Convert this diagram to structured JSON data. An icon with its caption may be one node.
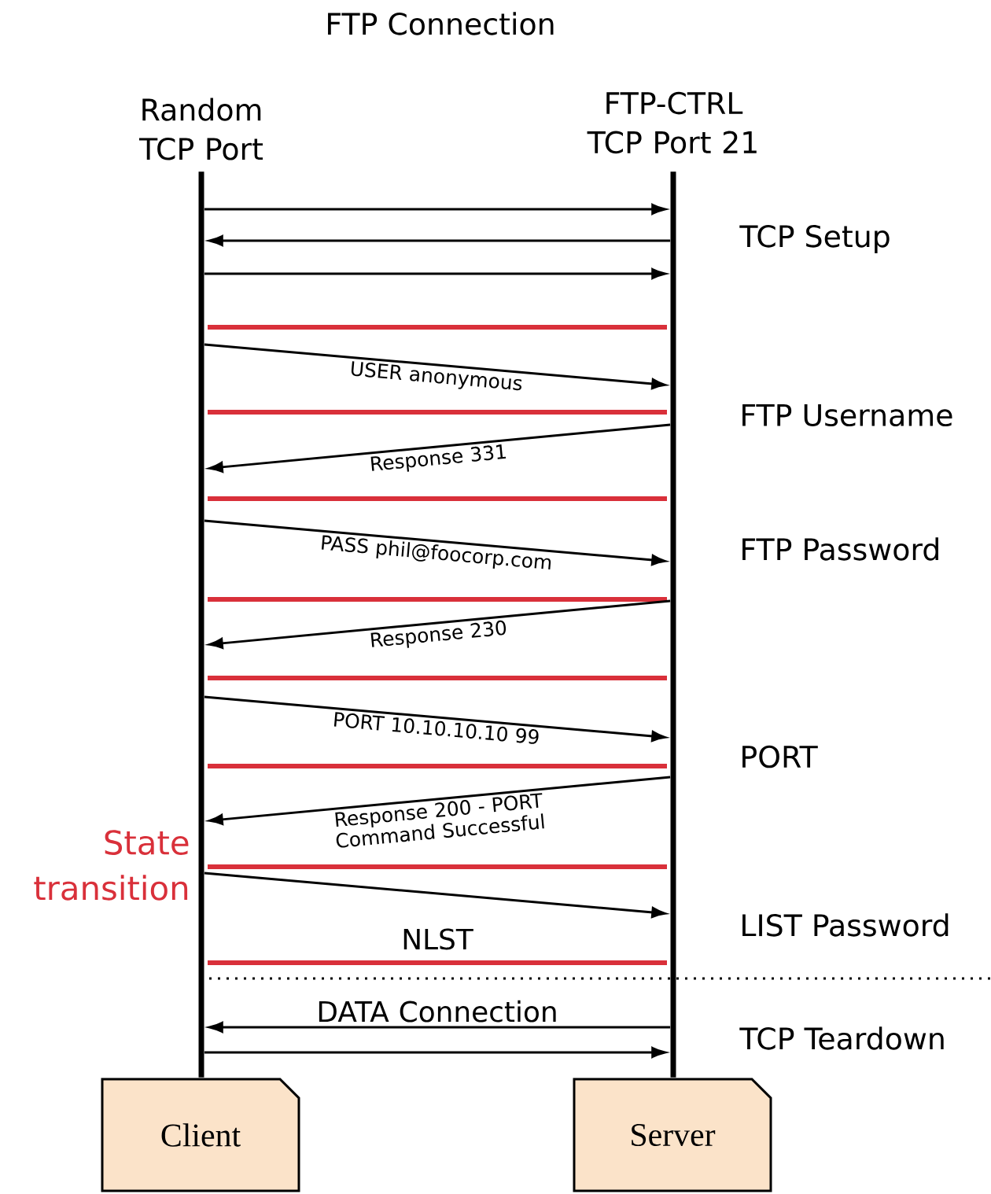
{
  "diagram": {
    "title": "FTP Connection",
    "nodes": [
      {
        "text": [],
        "shape": "bar"
      },
      {
        "text": [],
        "shape": "bar"
      },
      {
        "text": [
          "Client"
        ]
      },
      {
        "text": [
          "Server"
        ]
      }
    ],
    "edges": [
      {
        "from": 0,
        "to": 1,
        "arrow": "to"
      },
      {
        "from": 1,
        "to": 0,
        "arrow": "to"
      },
      {
        "from": 0,
        "to": 1,
        "arrow": "to"
      },
      {
        "from": 0,
        "to": 1,
        "arrow": "to",
        "label": "USER anonymous"
      },
      {
        "from": 1,
        "to": 0,
        "arrow": "to",
        "label": "Response 331"
      },
      {
        "from": 0,
        "to": 1,
        "arrow": "to",
        "label": "PASS phil@foocorp.com"
      },
      {
        "from": 1,
        "to": 0,
        "arrow": "to",
        "label": "Response 230"
      },
      {
        "from": 0,
        "to": 1,
        "arrow": "to",
        "label": "PORT 10.10.10.10 99"
      },
      {
        "from": 1,
        "to": 0,
        "arrow": "to",
        "label": "Response 200 - PORT Command Successful"
      },
      {
        "from": 0,
        "to": 1,
        "arrow": "to",
        "label": "NLST"
      },
      {
        "from": 1,
        "to": 0,
        "arrow": "to",
        "label": "DATA Connection"
      },
      {
        "from": 0,
        "to": 1,
        "arrow": "to"
      }
    ],
    "labels": [
      "Random TCP Port",
      "FTP-CTRL TCP Port 21",
      "TCP Setup",
      "FTP Username",
      "FTP Password",
      "PORT",
      "State transition",
      "LIST Password",
      "TCP Teardown"
    ]
  }
}
